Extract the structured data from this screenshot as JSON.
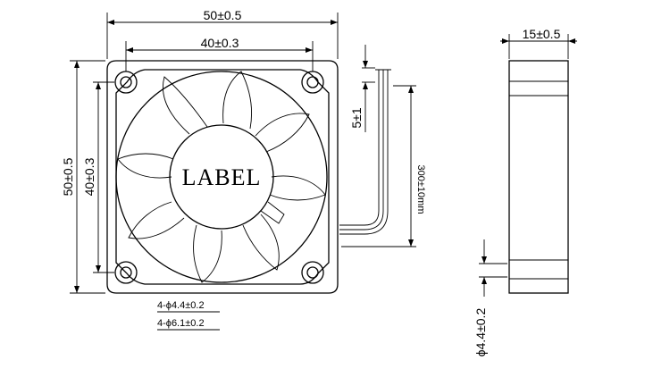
{
  "hub": {
    "label": "LABEL"
  },
  "dimensions": {
    "frame_width": "50±0.5",
    "hole_spacing_x": "40±0.3",
    "frame_height": "50±0.5",
    "hole_spacing_y": "40±0.3",
    "thickness": "15±0.5",
    "wire_pitch": "5±1",
    "wire_length": "300±10mm",
    "bore_diameter": "ϕ4.4±0.2"
  },
  "notes": {
    "hole_inner": "4-ϕ4.4±0.2",
    "hole_outer": "4-ϕ6.1±0.2"
  }
}
